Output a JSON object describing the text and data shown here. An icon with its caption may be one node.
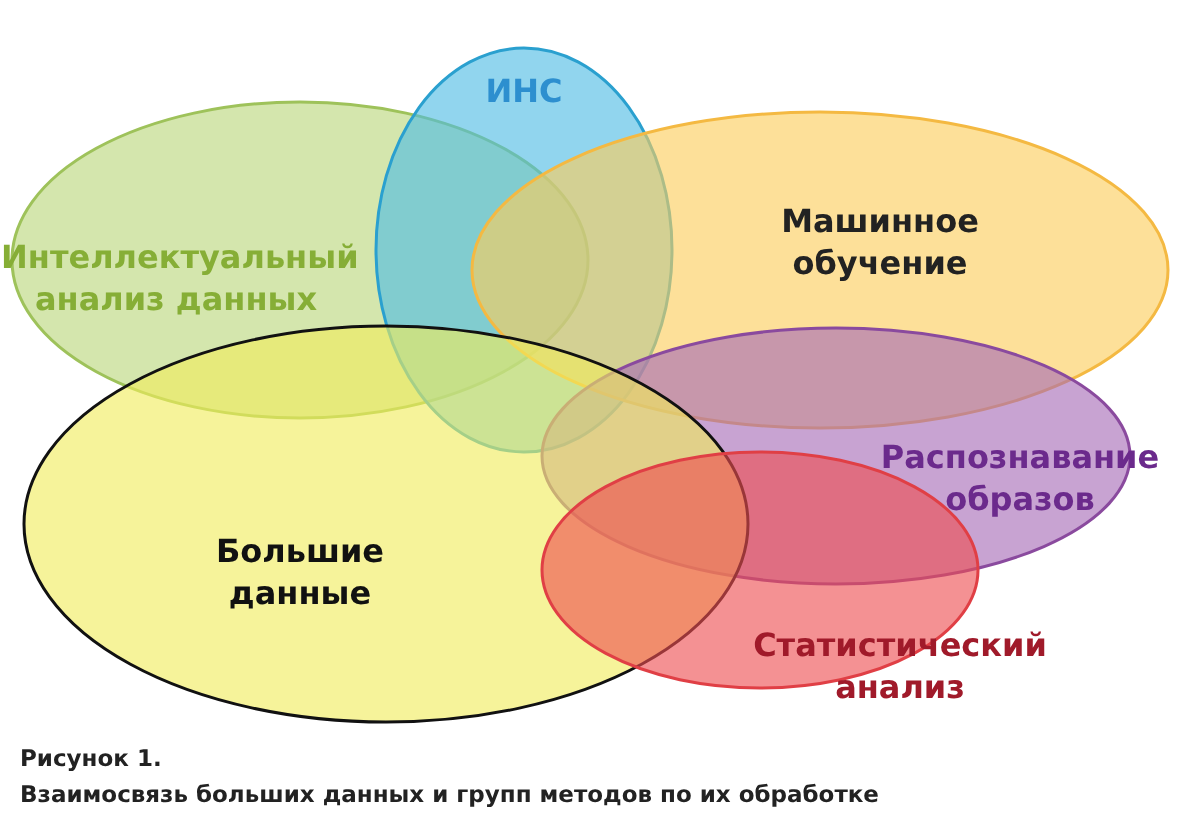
{
  "diagram": {
    "nodes": [
      {
        "text": [
          "Интеллектуальный анализ данных"
        ]
      },
      {
        "text": [
          "ИНС"
        ]
      },
      {
        "text": [
          "Машинное обучение"
        ]
      },
      {
        "text": [
          "Распознавание образов"
        ]
      },
      {
        "text": [
          "Большие данные"
        ]
      },
      {
        "text": [
          "Статистический анализ"
        ]
      }
    ],
    "labels": [
      "Рисунок 1.",
      "Взаимосвязь больших данных и групп методов по их обработке"
    ]
  }
}
